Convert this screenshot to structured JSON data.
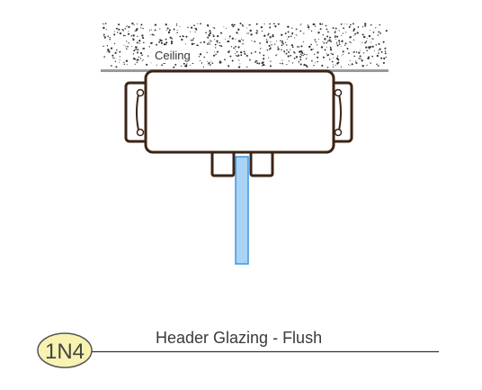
{
  "ceiling": {
    "label": "Ceiling"
  },
  "detail": {
    "tag": "1N4",
    "title": "Header Glazing - Flush"
  },
  "colors": {
    "profile_stroke": "#3d2416",
    "glass_fill": "#a9d2f5",
    "glass_stroke": "#3f95e0",
    "ceiling_line": "#9a9a9a",
    "speckle": "#333333",
    "tag_fill": "#f8f3b0",
    "tag_stroke": "#555555",
    "title_line": "#333333"
  }
}
